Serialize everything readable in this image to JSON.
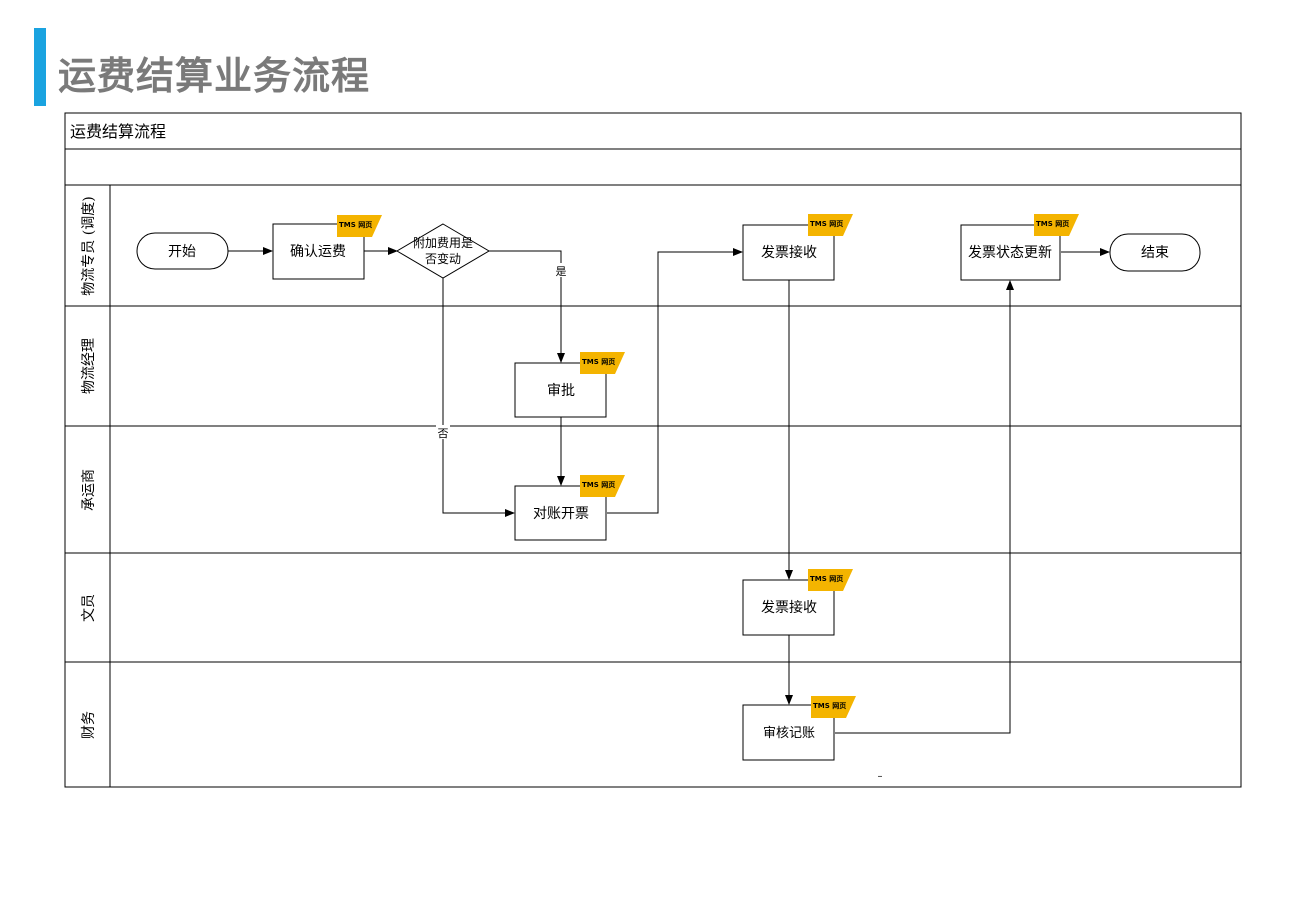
{
  "page": {
    "title": "运费结算业务流程",
    "accent_color": "#1aa3e0"
  },
  "diagram": {
    "header_title": "运费结算流程",
    "lanes": [
      "物流专员 (调度)",
      "物流经理",
      "承运商",
      "文员",
      "财务"
    ],
    "nodes": {
      "start": "开始",
      "confirm_fee": "确认运费",
      "decision": [
        "附加费用是",
        "否变动"
      ],
      "approve": "审批",
      "reconcile": "对账开票",
      "receive_1": "发票接收",
      "receive_2": "发票接收",
      "audit": "审核记账",
      "status_update": "发票状态更新",
      "end": "结束"
    },
    "edge_labels": {
      "yes": "是",
      "no": "否"
    },
    "tag": {
      "text": "TMS 网页",
      "color": "#f4b400"
    },
    "footnote": "–"
  }
}
